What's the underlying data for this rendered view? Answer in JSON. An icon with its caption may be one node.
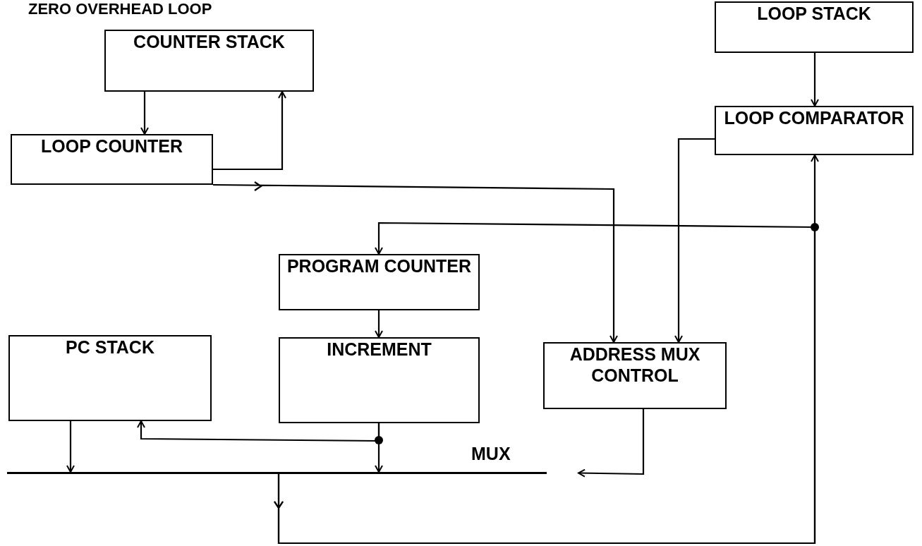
{
  "diagram": {
    "title": "ZERO OVERHEAD LOOP",
    "nodes": [
      {
        "text": [
          "COUNTER STACK"
        ]
      },
      {
        "text": [
          "LOOP COUNTER"
        ]
      },
      {
        "text": [
          "LOOP STACK"
        ]
      },
      {
        "text": [
          "LOOP COMPARATOR"
        ]
      },
      {
        "text": [
          "PROGRAM COUNTER"
        ]
      },
      {
        "text": [
          "PC STACK"
        ]
      },
      {
        "text": [
          "INCREMENT"
        ]
      },
      {
        "text": [
          "ADDRESS MUX CONTROL"
        ]
      },
      {
        "text": [],
        "shape": "bar",
        "beside": [
          "MUX"
        ]
      }
    ],
    "edges": [
      {
        "from": 0,
        "to": 1,
        "arrow": "to"
      },
      {
        "from": 1,
        "to": 0,
        "arrow": "to"
      },
      {
        "from": 1,
        "to": 7,
        "arrow": "to"
      },
      {
        "from": 2,
        "to": 3,
        "arrow": "to"
      },
      {
        "from": 3,
        "to": 7,
        "arrow": "to"
      },
      {
        "from": 8,
        "to": 3,
        "arrow": "to"
      },
      {
        "from": 8,
        "to": 4,
        "arrow": "to"
      },
      {
        "from": 4,
        "to": 6,
        "arrow": "to"
      },
      {
        "from": 6,
        "to": 5,
        "arrow": "to"
      },
      {
        "from": 6,
        "to": 8,
        "arrow": "to"
      },
      {
        "from": 5,
        "to": 8,
        "arrow": "to"
      },
      {
        "from": 7,
        "to": 8,
        "arrow": "to"
      }
    ]
  }
}
